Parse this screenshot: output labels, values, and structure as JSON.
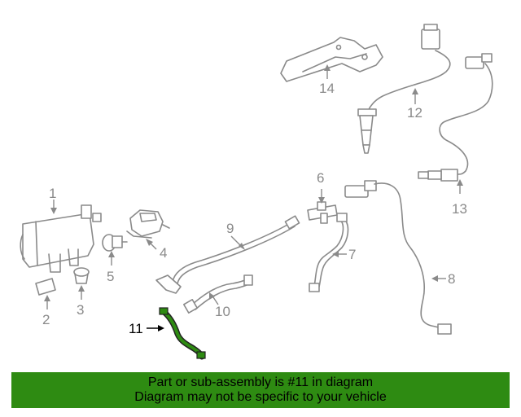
{
  "diagram": {
    "highlight_color": "#2e8b12",
    "callouts": {
      "c1": "1",
      "c2": "2",
      "c3": "3",
      "c4": "4",
      "c5": "5",
      "c6": "6",
      "c7": "7",
      "c8": "8",
      "c9": "9",
      "c10": "10",
      "c11": "11",
      "c12": "12",
      "c13": "13",
      "c14": "14"
    }
  },
  "banner": {
    "line1": "Part or sub-assembly is #11 in diagram",
    "line2": "Diagram may not be specific to your vehicle",
    "background": "#2e8b12"
  }
}
